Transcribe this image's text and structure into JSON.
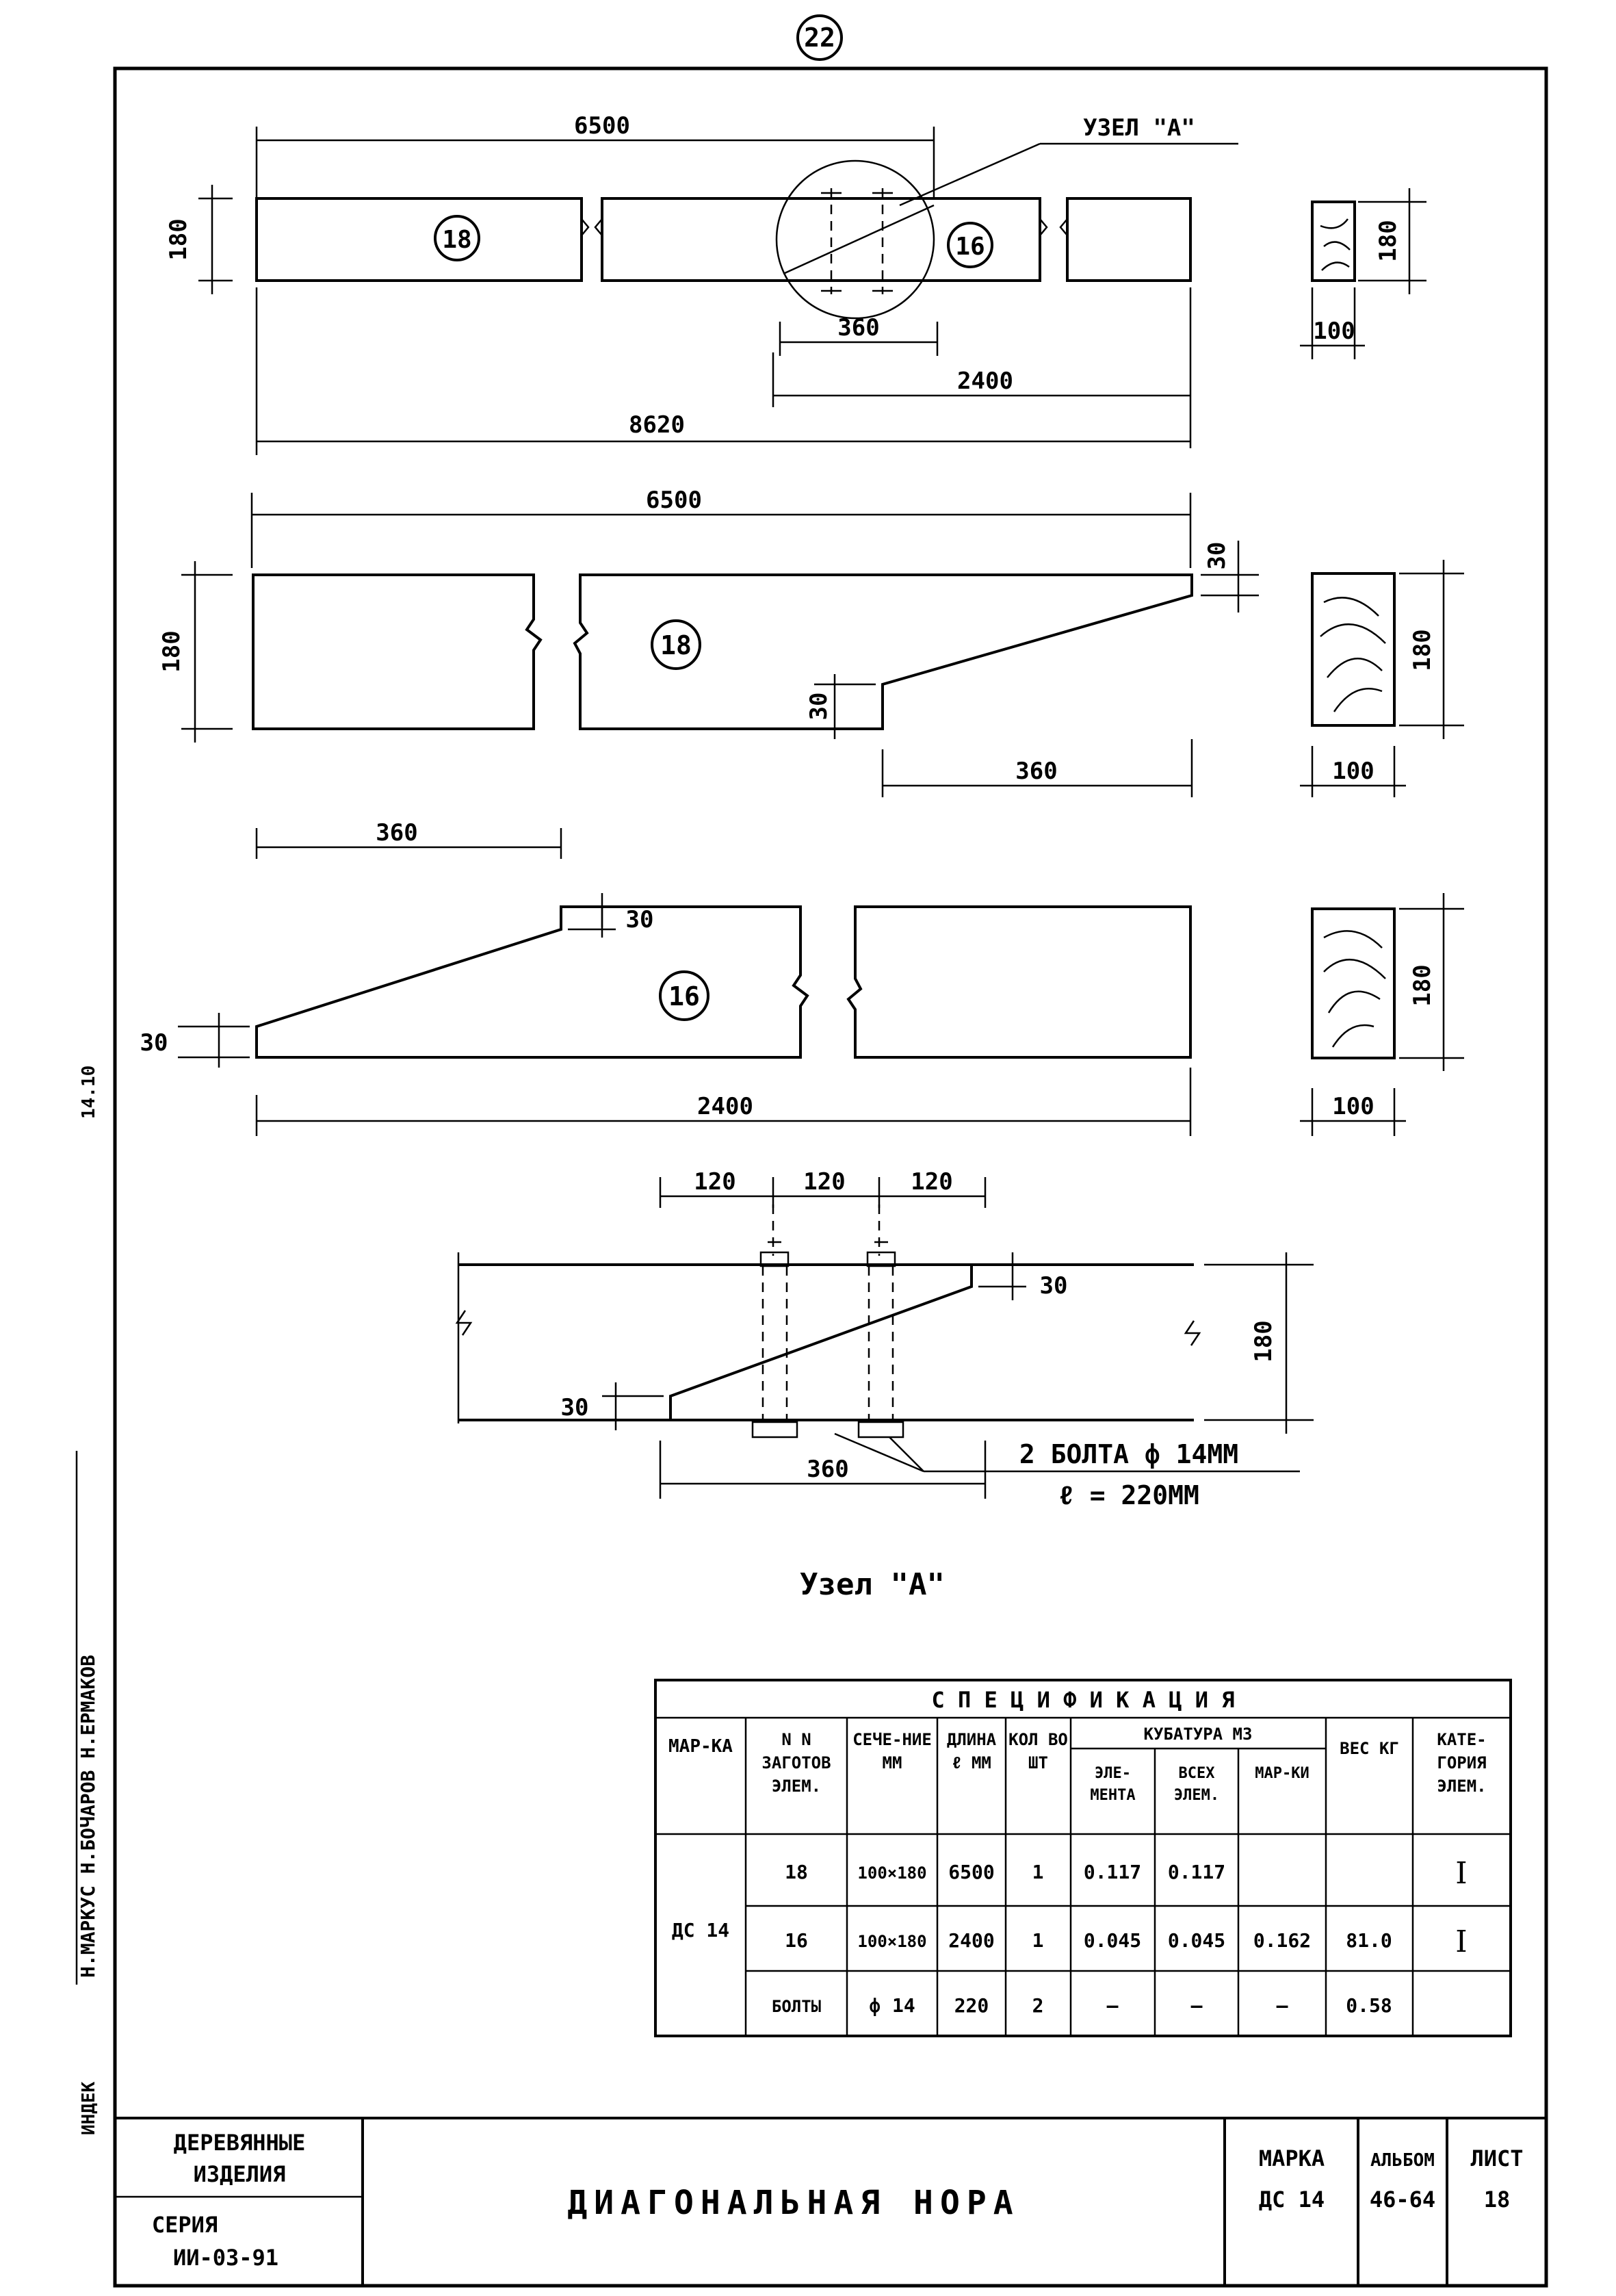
{
  "sheet": {
    "page_number": "22",
    "drawing_title": "ДИАГОНАЛЬНАЯ НОРА",
    "org_line1": "ДЕРЕВЯННЫЕ",
    "org_line2": "ИЗДЕЛИЯ",
    "series_label": "СЕРИЯ",
    "series_value": "ИИ-03-91",
    "marka_label": "МАРКА",
    "marka_value": "ДС 14",
    "album_label": "АЛЬБОМ",
    "album_value": "46-64",
    "list_label": "ЛИСТ",
    "list_value": "18",
    "side_index": "ИНДЕК",
    "side_number": "14.10",
    "side_names": "Н.МАРКУС  Н.БОЧАРОВ  Н.ЕРМАКОВ"
  },
  "view1": {
    "dim_top": "6500",
    "node_ref": "УЗЕЛ \"А\"",
    "height": "180",
    "part_left": "18",
    "part_right": "16",
    "dim_splice": "360",
    "dim_right": "2400",
    "dim_total": "8620",
    "section_width": "100",
    "section_height": "180"
  },
  "view2": {
    "dim_top": "6500",
    "height": "180",
    "part": "18",
    "dim_end_top": "30",
    "dim_end_bottom": "30",
    "dim_bevel": "360",
    "section_width": "100",
    "section_height": "180"
  },
  "view3": {
    "dim_bevel": "360",
    "dim_step": "30",
    "dim_end": "30",
    "part": "16",
    "dim_total": "2400",
    "section_width": "100",
    "section_height": "180"
  },
  "detail": {
    "dim_a": "120",
    "dim_b": "120",
    "dim_c": "120",
    "dim_top": "30",
    "dim_bottom": "30",
    "height": "180",
    "dim_length": "360",
    "bolts_line1": "2 БОЛТА ф 14ММ",
    "bolts_line2": "ℓ = 220ММ",
    "caption": "Узел \"А\""
  },
  "spec_table": {
    "title": "С П Е Ц И Ф И К А Ц И Я",
    "headers": {
      "marka": "МАР-КА",
      "nn": "N N ЗАГОТОВ ЭЛЕМ.",
      "section": "СЕЧЕ-НИЕ ММ",
      "length": "ДЛИНА ℓ ММ",
      "qty": "КОЛ ВО ШТ",
      "cubature": "КУБАТУРА  М3",
      "elem": "ЭЛЕ-МЕНТА",
      "all_elem": "ВСЕХ ЭЛЕМ.",
      "marki": "МАР-КИ",
      "weight": "ВЕС КГ",
      "category": "КАТЕ-ГОРИЯ ЭЛЕМ."
    },
    "marka_value": "ДС 14",
    "rows": [
      {
        "nn": "18",
        "section": "100×180",
        "length": "6500",
        "qty": "1",
        "elem": "0.117",
        "all": "0.117",
        "marki": "",
        "weight": "",
        "category": "I"
      },
      {
        "nn": "16",
        "section": "100×180",
        "length": "2400",
        "qty": "1",
        "elem": "0.045",
        "all": "0.045",
        "marki": "0.162",
        "weight": "81.0",
        "category": "I"
      },
      {
        "nn": "БОЛТЫ",
        "section": "ф 14",
        "length": "220",
        "qty": "2",
        "elem": "—",
        "all": "—",
        "marki": "—",
        "weight": "0.58",
        "category": ""
      }
    ]
  }
}
